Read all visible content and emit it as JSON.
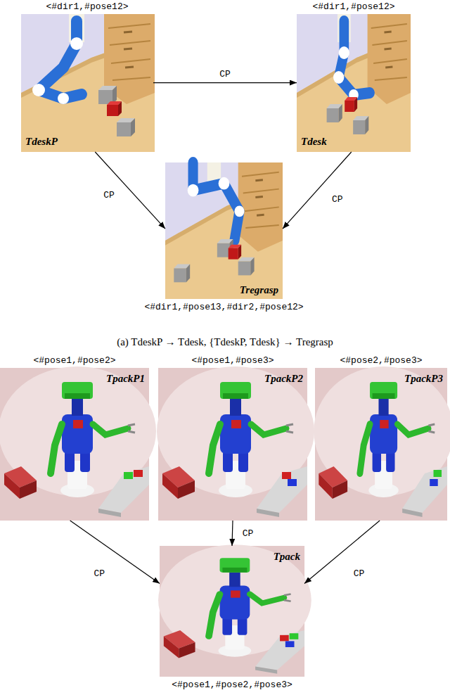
{
  "diagram": {
    "nodes": [
      {
        "text": [
          "<#dir1,#pose12>",
          "TdeskP"
        ]
      },
      {
        "text": [
          "<#dir1,#pose12>",
          "Tdesk"
        ]
      },
      {
        "text": [
          "Tregrasp",
          "<#dir1,#pose13,#dir2,#pose12>"
        ]
      },
      {
        "text": [
          "<#pose1,#pose2>",
          "TpackP1"
        ]
      },
      {
        "text": [
          "<#pose1,#pose3>",
          "TpackP2"
        ]
      },
      {
        "text": [
          "<#pose2,#pose3>",
          "TpackP3"
        ]
      },
      {
        "text": [
          "Tpack",
          "<#pose1,#pose2,#pose3>"
        ]
      }
    ],
    "edges": [
      {
        "from": 0,
        "to": 1,
        "label": "CP",
        "arrow": "to"
      },
      {
        "from": 0,
        "to": 2,
        "label": "CP",
        "arrow": "to"
      },
      {
        "from": 1,
        "to": 2,
        "label": "CP",
        "arrow": "to"
      },
      {
        "from": 3,
        "to": 6,
        "label": "CP",
        "arrow": "to"
      },
      {
        "from": 4,
        "to": 6,
        "label": "CP",
        "arrow": "to"
      },
      {
        "from": 5,
        "to": 6,
        "label": "CP",
        "arrow": "to"
      }
    ],
    "labels": [
      "(a) TdeskP → Tdesk, {TdeskP, Tdesk} → Tregrasp"
    ]
  }
}
